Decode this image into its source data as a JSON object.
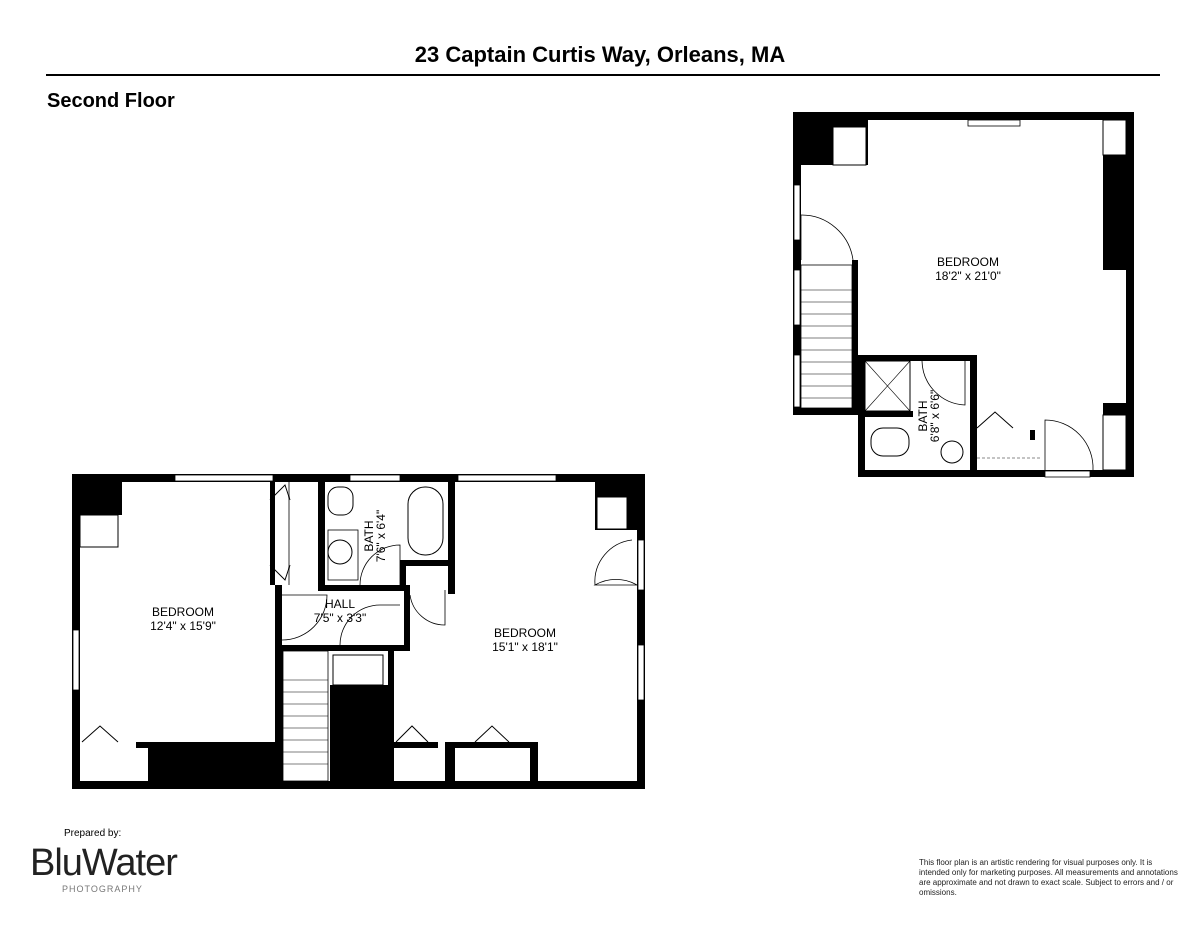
{
  "header": {
    "title": "23 Captain Curtis Way, Orleans, MA",
    "floor_label": "Second Floor"
  },
  "rooms": {
    "bedroom_left": {
      "name": "BEDROOM",
      "size": "12'4\" x 15'9\""
    },
    "bath_lower": {
      "name": "BATH",
      "size": "7'6\" x 6'4\""
    },
    "hall": {
      "name": "HALL",
      "size": "7'5\" x 3'3\""
    },
    "bedroom_right": {
      "name": "BEDROOM",
      "size": "15'1\" x 18'1\""
    },
    "bedroom_upper": {
      "name": "BEDROOM",
      "size": "18'2\" x 21'0\""
    },
    "bath_upper": {
      "name": "BATH",
      "size": "6'8\" x 6'6\""
    }
  },
  "footer": {
    "prepared_by": "Prepared by:",
    "logo_text": "BluWater",
    "logo_subtext": "PHOTOGRAPHY",
    "disclaimer": "This floor plan is an artistic rendering for visual purposes only. It is intended only for marketing purposes. All measurements and annotations are approximate and not drawn to exact scale. Subject to errors and / or omissions."
  }
}
